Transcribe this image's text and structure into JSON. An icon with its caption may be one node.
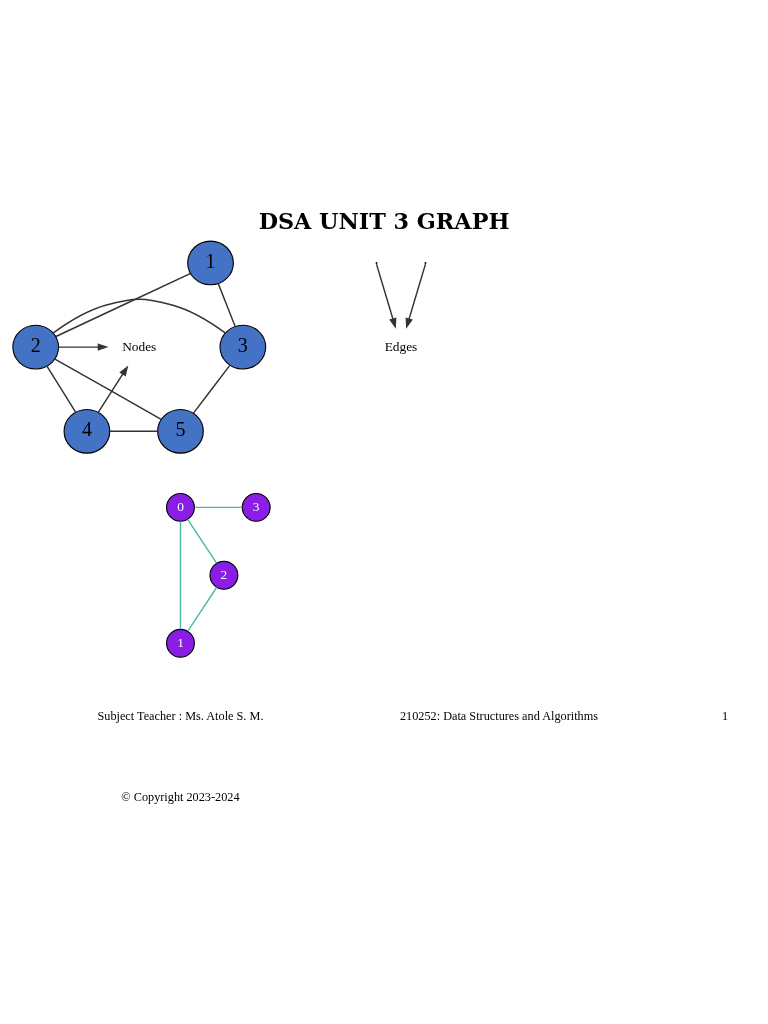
{
  "diagram": {
    "title": "DSA UNIT 3 GRAPH",
    "nodes": [
      {
        "text": [
          "1"
        ]
      },
      {
        "text": [
          "2"
        ]
      },
      {
        "text": [
          "3"
        ]
      },
      {
        "text": [
          "4"
        ]
      },
      {
        "text": [
          "5"
        ]
      },
      {
        "text": [
          "Nodes"
        ]
      },
      {
        "text": [
          "Edges"
        ]
      },
      {
        "text": [
          "0"
        ]
      },
      {
        "text": [
          "3"
        ]
      },
      {
        "text": [
          "2"
        ]
      },
      {
        "text": [
          "1"
        ]
      }
    ],
    "edges": [
      {
        "from": 0,
        "to": 1,
        "arrow": "none"
      },
      {
        "from": 0,
        "to": 2,
        "arrow": "none"
      },
      {
        "from": 1,
        "to": 2,
        "arrow": "none"
      },
      {
        "from": 1,
        "to": 3,
        "arrow": "none"
      },
      {
        "from": 1,
        "to": 4,
        "arrow": "none"
      },
      {
        "from": 2,
        "to": 4,
        "arrow": "none"
      },
      {
        "from": 3,
        "to": 4,
        "arrow": "none"
      },
      {
        "from": 1,
        "to": 5,
        "arrow": "to"
      },
      {
        "from": 3,
        "to": 5,
        "arrow": "to"
      },
      {
        "from": null,
        "to": 6,
        "arrow": "to"
      },
      {
        "from": null,
        "to": 6,
        "arrow": "to"
      },
      {
        "from": 7,
        "to": 8,
        "arrow": "none",
        "color": "#4fb8a8"
      },
      {
        "from": 7,
        "to": 9,
        "arrow": "none",
        "color": "#4fb8a8"
      },
      {
        "from": 7,
        "to": 10,
        "arrow": "none",
        "color": "#4fb8a8"
      },
      {
        "from": 9,
        "to": 10,
        "arrow": "none",
        "color": "#4fb8a8"
      }
    ],
    "labels": [
      "Subject Teacher : Ms. Atole S. M.",
      "210252: Data Structures and Algorithms",
      "1",
      "© Copyright 2023-2024"
    ]
  }
}
